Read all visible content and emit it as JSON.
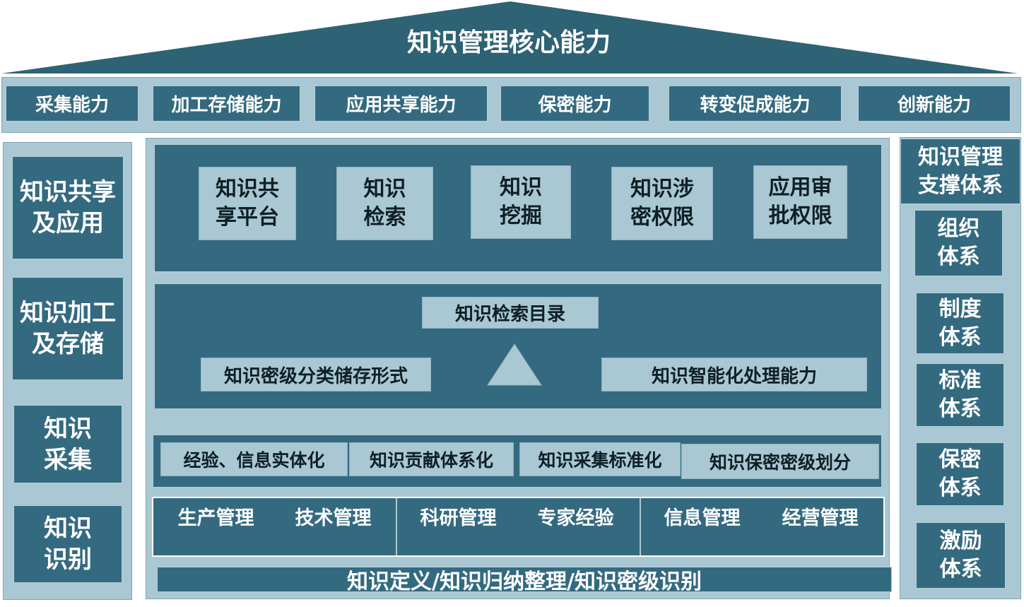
{
  "roof": {
    "title": "知识管理核心能力"
  },
  "capabilities": [
    "采集能力",
    "加工存储能力",
    "应用共享能力",
    "保密能力",
    "转变促成能力",
    "创新能力"
  ],
  "left_column": [
    "知识共享及应用",
    "知识加工及存储",
    "知识采集",
    "知识识别"
  ],
  "right_column": {
    "header": "知识管理支撑体系",
    "items": [
      "组织体系",
      "制度体系",
      "标准体系",
      "保密体系",
      "激励体系"
    ]
  },
  "platform_modules": [
    "知识共享平台",
    "知识检索",
    "知识挖掘",
    "知识涉密权限",
    "应用审批权限"
  ],
  "middle": {
    "catalog": "知识检索目录",
    "storage": "知识密级分类储存形式",
    "intelligence": "知识智能化处理能力"
  },
  "foundation_bar": [
    "经验、信息实体化",
    "知识贡献体系化",
    "知识采集标准化",
    "知识保密密级划分"
  ],
  "sources": [
    [
      "生产管理",
      "技术管理"
    ],
    [
      "科研管理",
      "专家经验"
    ],
    [
      "信息管理",
      "经营管理"
    ]
  ],
  "base_label": "知识定义/知识归纳整理/知识密级识别",
  "colors": {
    "dark": "#346a80",
    "light": "#a9c8d4",
    "roof": "#2e6275"
  }
}
